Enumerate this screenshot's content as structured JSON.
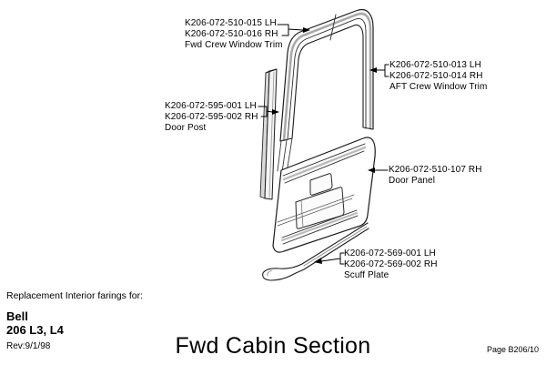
{
  "page": {
    "background": "#ffffff",
    "ink": "#000000"
  },
  "diagram": {
    "subject": "Fwd cabin door assembly line drawing",
    "callouts": [
      {
        "part_lh": "K206-072-510-015 LH",
        "part_rh": "K206-072-510-016 RH",
        "label": "Fwd Crew Window Trim"
      },
      {
        "part_lh": "K206-072-510-013 LH",
        "part_rh": "K206-072-510-014 RH",
        "label": "AFT Crew Window Trim"
      },
      {
        "part_lh": "K206-072-595-001 LH",
        "part_rh": "K206-072-595-002 RH",
        "label": "Door Post"
      },
      {
        "part_rh": "K206-072-510-107 RH",
        "label": "Door Panel"
      },
      {
        "part_lh": "K206-072-569-001 LH",
        "part_rh": "K206-072-569-002 RH",
        "label": "Scuff Plate"
      }
    ]
  },
  "footer": {
    "note": "Replacement Interior farings for:",
    "manufacturer": "Bell",
    "model": "206 L3, L4",
    "revision": "Rev:9/1/98",
    "title": "Fwd Cabin Section",
    "page_ref": "Page B206/10"
  }
}
